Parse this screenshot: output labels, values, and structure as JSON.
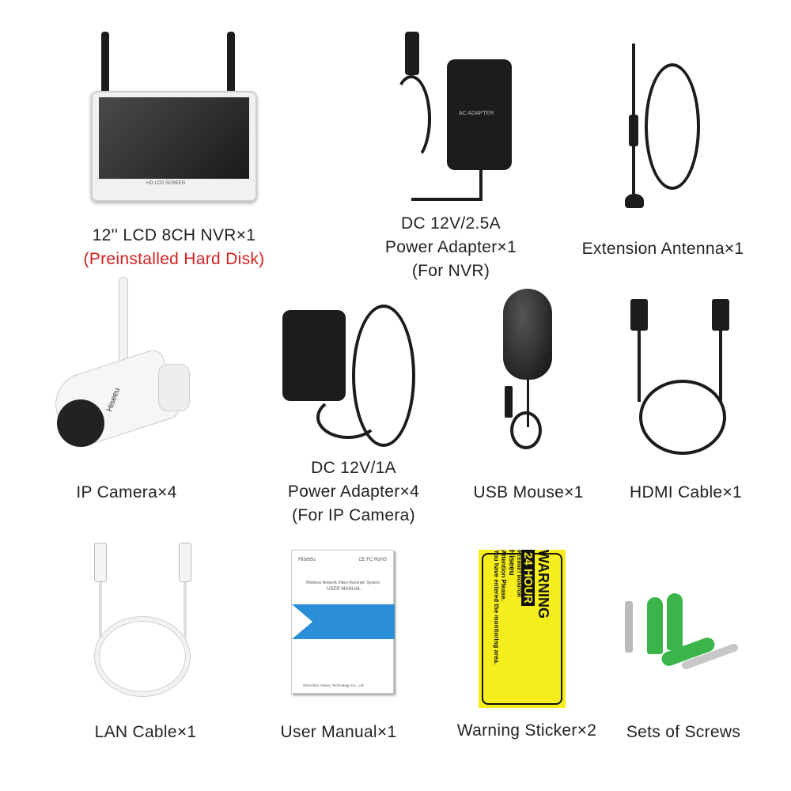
{
  "items": [
    {
      "lines": [
        "12'' LCD 8CH NVR×1"
      ],
      "note": "(Preinstalled Hard Disk)"
    },
    {
      "lines": [
        "DC 12V/2.5A",
        "Power Adapter×1",
        "(For NVR)"
      ]
    },
    {
      "lines": [
        "Extension Antenna×1"
      ]
    },
    {
      "lines": [
        "IP Camera×4"
      ]
    },
    {
      "lines": [
        "DC 12V/1A",
        "Power Adapter×4",
        "(For IP Camera)"
      ]
    },
    {
      "lines": [
        "USB Mouse×1"
      ]
    },
    {
      "lines": [
        "HDMI Cable×1"
      ]
    },
    {
      "lines": [
        "LAN Cable×1"
      ]
    },
    {
      "lines": [
        "User Manual×1"
      ]
    },
    {
      "lines": [
        "Warning Sticker×2"
      ]
    },
    {
      "lines": [
        "Sets of Screws"
      ]
    }
  ],
  "product_print": {
    "nvr_screen": "HD LCD SCREEN",
    "adapter_label": "AC ADAPTER",
    "camera_logo": "Hiseeu",
    "manual": {
      "logo": "Hiseeu",
      "certs": "CE FC RoHS",
      "subtitle": "Wireless Network Video Recorder System",
      "title": "USER MANUAL",
      "footer": "Shenzhen Hiseeu Technology Co., Ltd"
    },
    "sticker": {
      "attention": "Attention Please.",
      "entered": "You have entered the monitoring area.",
      "warning": "WARNING",
      "hour": "24 HOUR",
      "monitor": "INTERNET MONITOR",
      "logo": "Hiseeu"
    }
  },
  "colors": {
    "accent_red": "#d42020",
    "sticker_yellow": "#f5ee1c",
    "manual_blue": "#2a8fd6",
    "screw_green": "#3bb54a"
  }
}
